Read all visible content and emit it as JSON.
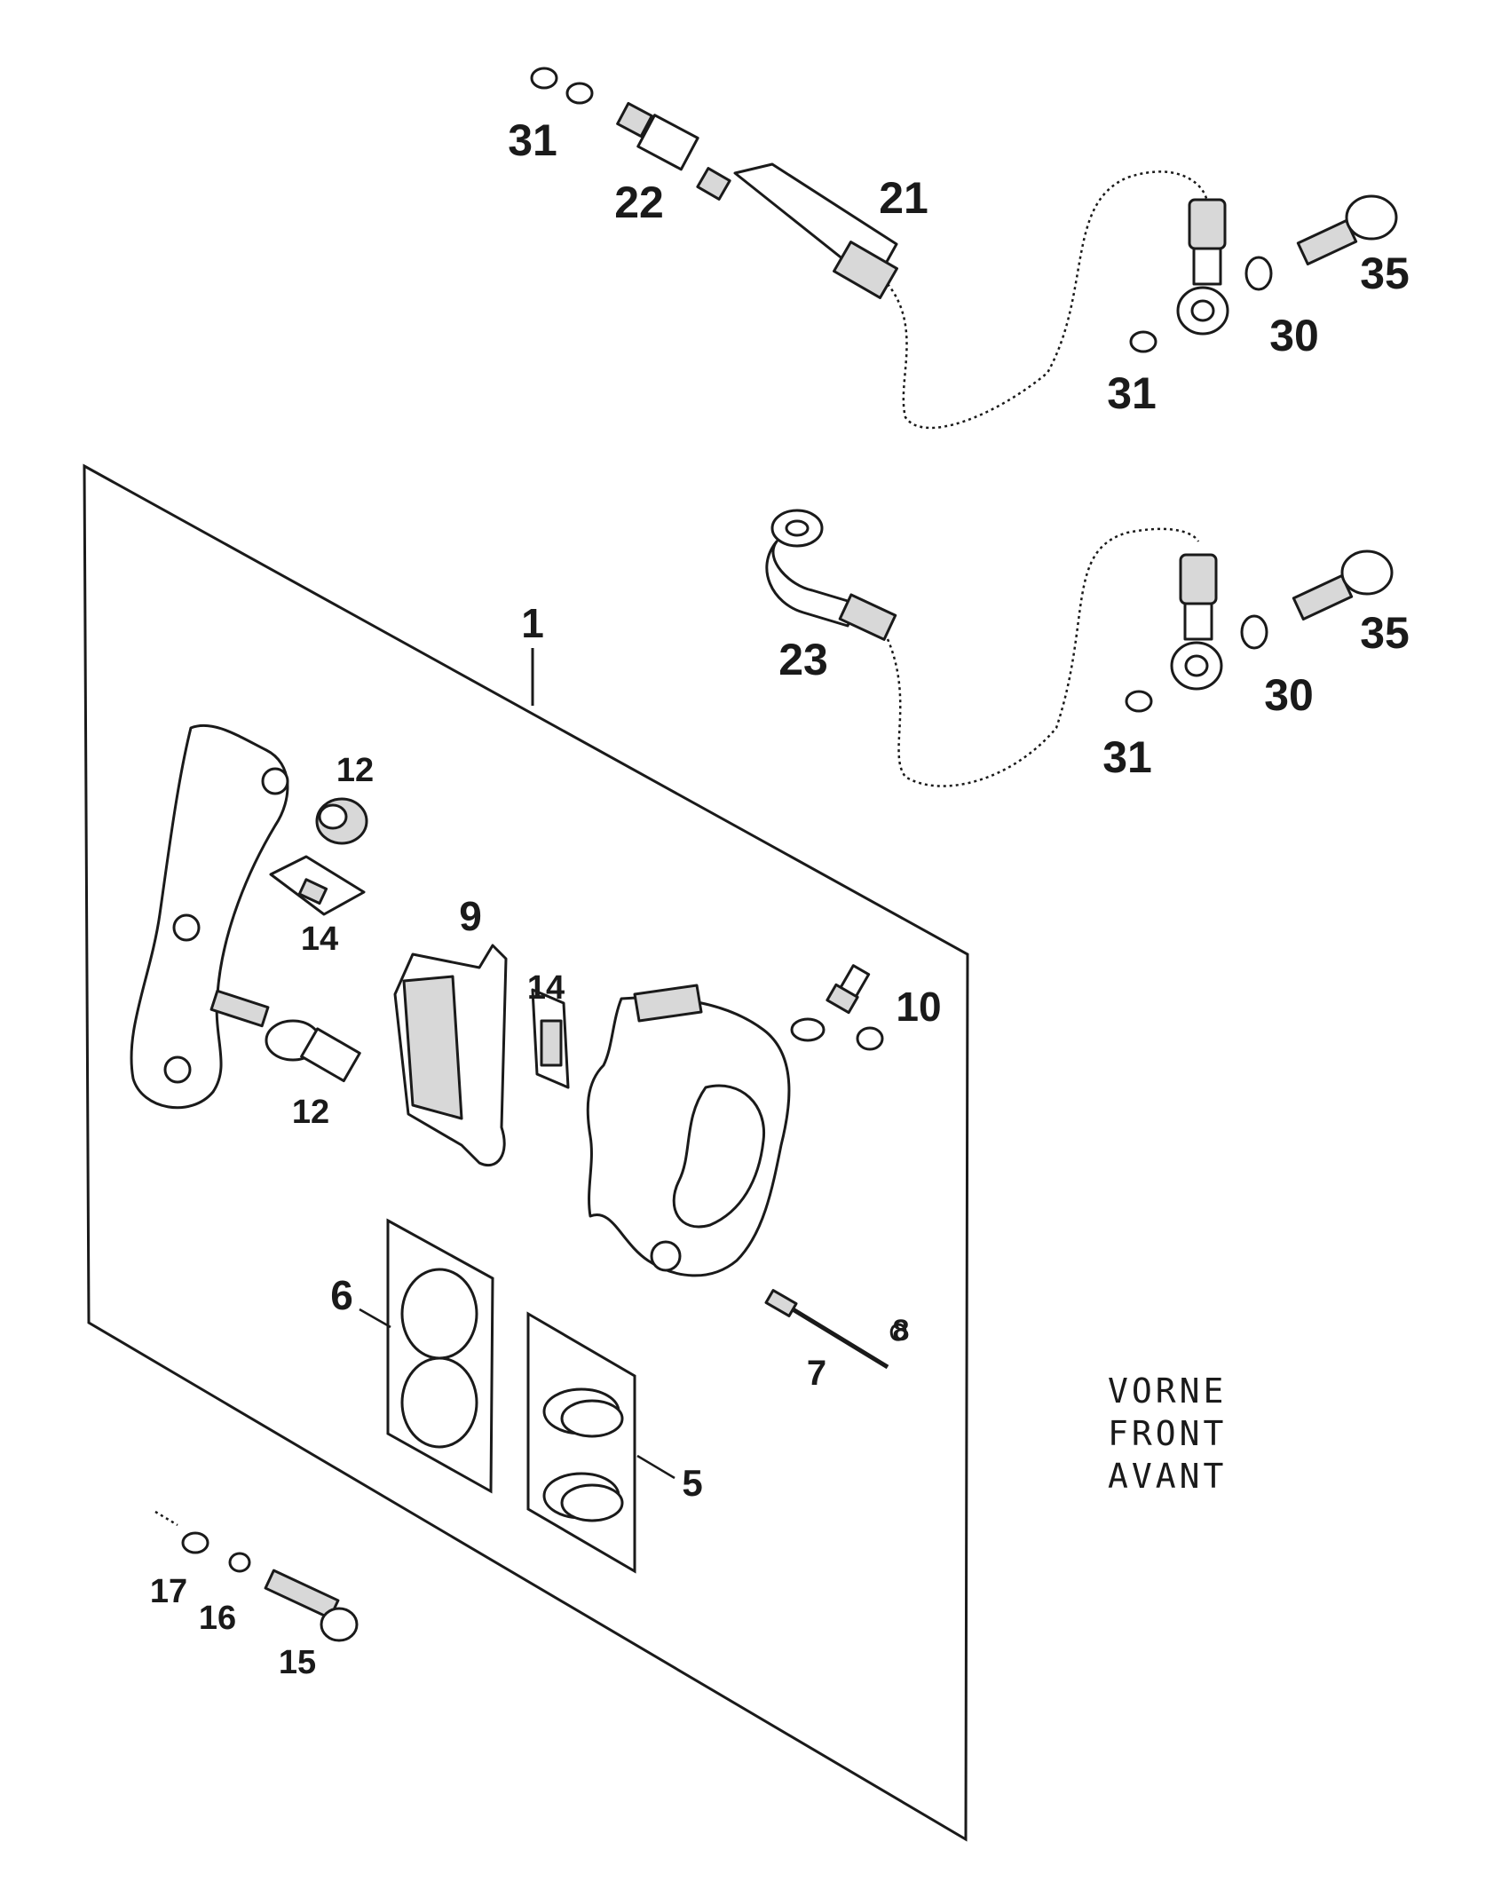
{
  "diagram": {
    "colors": {
      "ink": "#1a1a1a",
      "background": "#ffffff"
    },
    "part_labels": {
      "p1": "1",
      "p5": "5",
      "p6": "6",
      "p7": "7",
      "p8": "8",
      "p9": "9",
      "p10": "10",
      "p12a": "12",
      "p12b": "12",
      "p14a": "14",
      "p14b": "14",
      "p15": "15",
      "p16": "16",
      "p17": "17",
      "p21": "21",
      "p22": "22",
      "p23": "23",
      "p30a": "30",
      "p30b": "30",
      "p31a": "31",
      "p31b": "31",
      "p31c": "31",
      "p35a": "35",
      "p35b": "35"
    },
    "caption": [
      "VORNE",
      "FRONT",
      "AVANT"
    ]
  }
}
